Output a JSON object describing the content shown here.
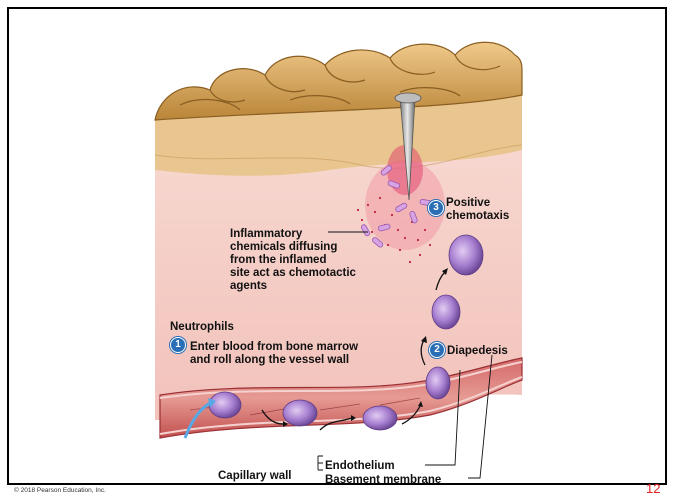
{
  "labels": {
    "inflammatory_chemicals": [
      "Inflammatory",
      "chemicals diffusing",
      "from the inflamed",
      "site act as chemotactic",
      "agents"
    ],
    "positive_chemotaxis": [
      "Positive",
      "chemotaxis"
    ],
    "neutrophils": "Neutrophils",
    "step1_text": [
      "Enter blood from bone marrow",
      "and roll along the vessel wall"
    ],
    "diapedesis": "Diapedesis",
    "capillary_wall": "Capillary wall",
    "endothelium": "Endothelium",
    "basement_membrane": "Basement membrane"
  },
  "step_numbers": {
    "one": "1",
    "two": "2",
    "three": "3"
  },
  "footer": {
    "copyright": "© 2018 Pearson Education, Inc.",
    "page_number": "12"
  },
  "colors": {
    "step_badge": "#2a6fb5",
    "page_number": "#e02020",
    "skin": "#d9a55a",
    "tissue": "#f5cfc8",
    "vessel": "#c8585a",
    "neutrophil": "#9a6fc4"
  }
}
